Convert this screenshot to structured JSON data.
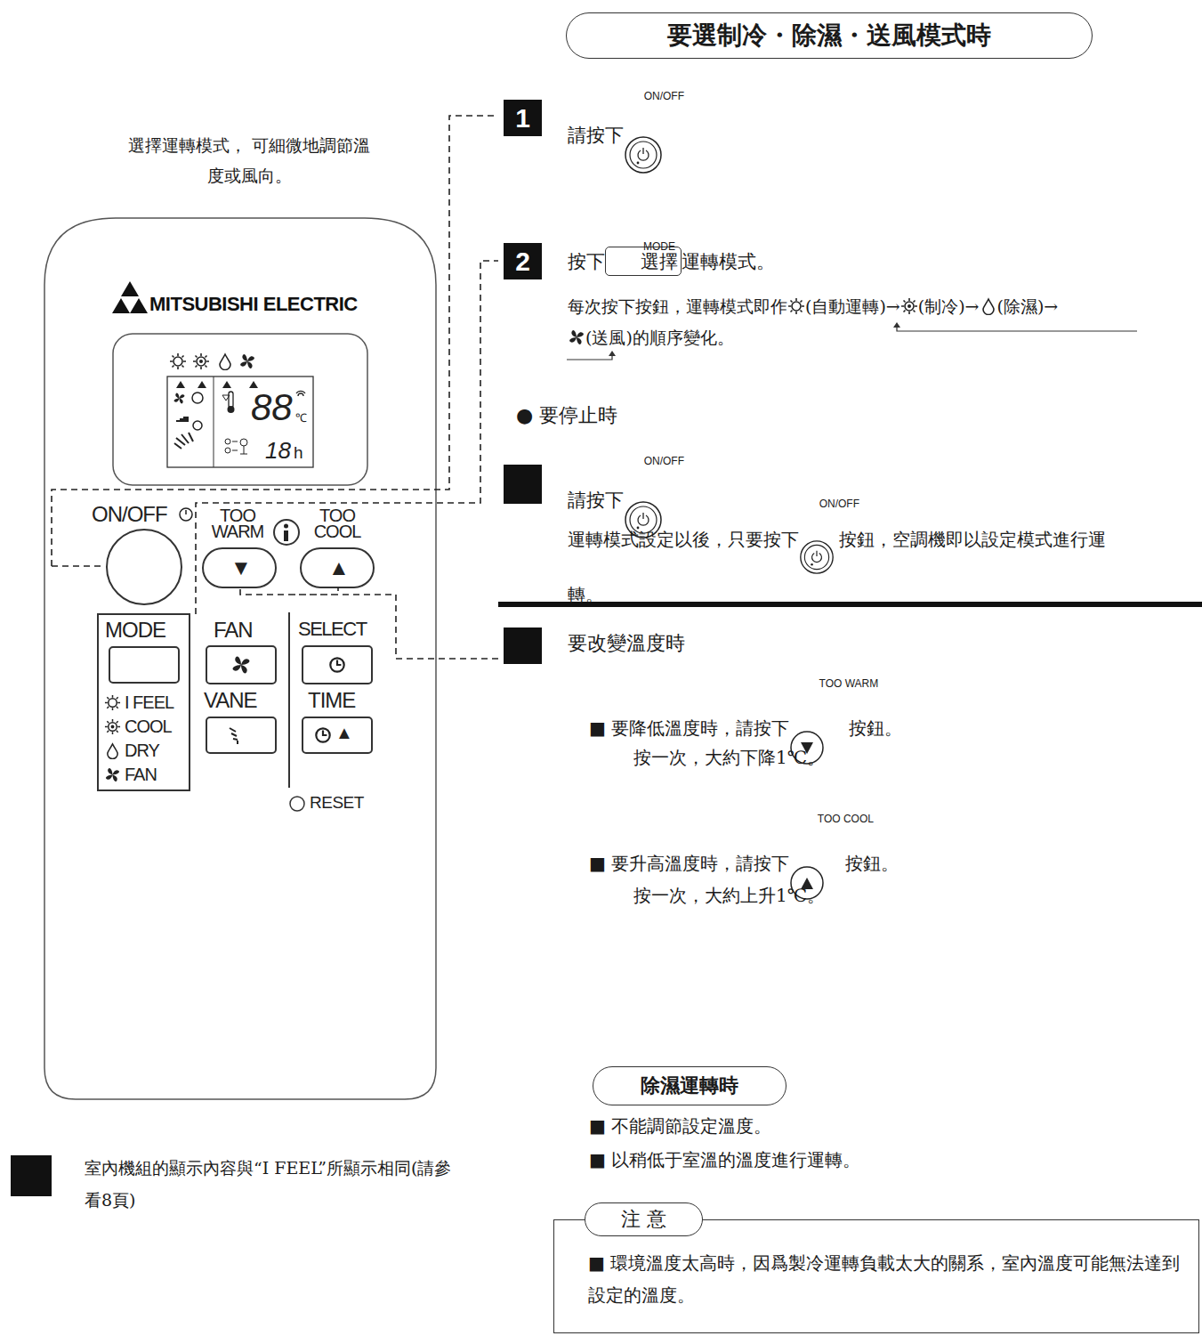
{
  "diagram": {
    "title": "要選制冷・除濕・送風模式時",
    "nodes": [
      {
        "text": [
          "要選制冷・除濕・送風模式時"
        ]
      },
      {
        "text": [
          "1"
        ]
      },
      {
        "text": [
          "2"
        ]
      },
      {
        "text": [
          "除濕運轉時"
        ]
      },
      {
        "text": [
          "注 意",
          "■ 環境溫度太高時，因爲製冷運轉負載太大的關系，室內溫度可能無法達到設定的溫度。"
        ]
      }
    ],
    "labels": [
      "選擇運轉模式， 可細微地調節溫度或風向。",
      "ON/OFF",
      "請按下",
      "MODE",
      "按下",
      "選擇",
      "運轉模式。",
      "每次按下按鈕，運轉模式即作",
      "(自動運轉)→",
      "(制冷)→",
      "(除濕)→",
      "(送風)的順序變化。",
      "● 要停止時",
      "ON/OFF",
      "請按下",
      "ON/OFF",
      "運轉模式設定以後，只要按下",
      "按鈕，空調機即以設定模式進行運轉。",
      "要改變溫度時",
      "TOO WARM",
      "■ 要降低溫度時，請按下",
      "按鈕。",
      "按一次，大約下降1℃。",
      "TOO COOL",
      "■ 要升高溫度時，請按下",
      "按鈕。",
      "按一次，大約上升1℃。",
      "■ 不能調節設定溫度。",
      "■ 以稍低于室溫的溫度進行運轉。",
      "室內機組的顯示內容與“I FEEL”所顯示相同(請參看8頁)",
      "MITSUBISHI ELECTRIC",
      "88",
      "℃",
      "18",
      "h",
      "ON/OFF",
      "TOO WARM",
      "TOO COOL",
      "▼",
      "▲",
      "MODE",
      "I FEEL",
      "COOL",
      "DRY",
      "FAN",
      "FAN",
      "VANE",
      "SELECT",
      "TIME",
      "▲",
      "RESET"
    ]
  }
}
